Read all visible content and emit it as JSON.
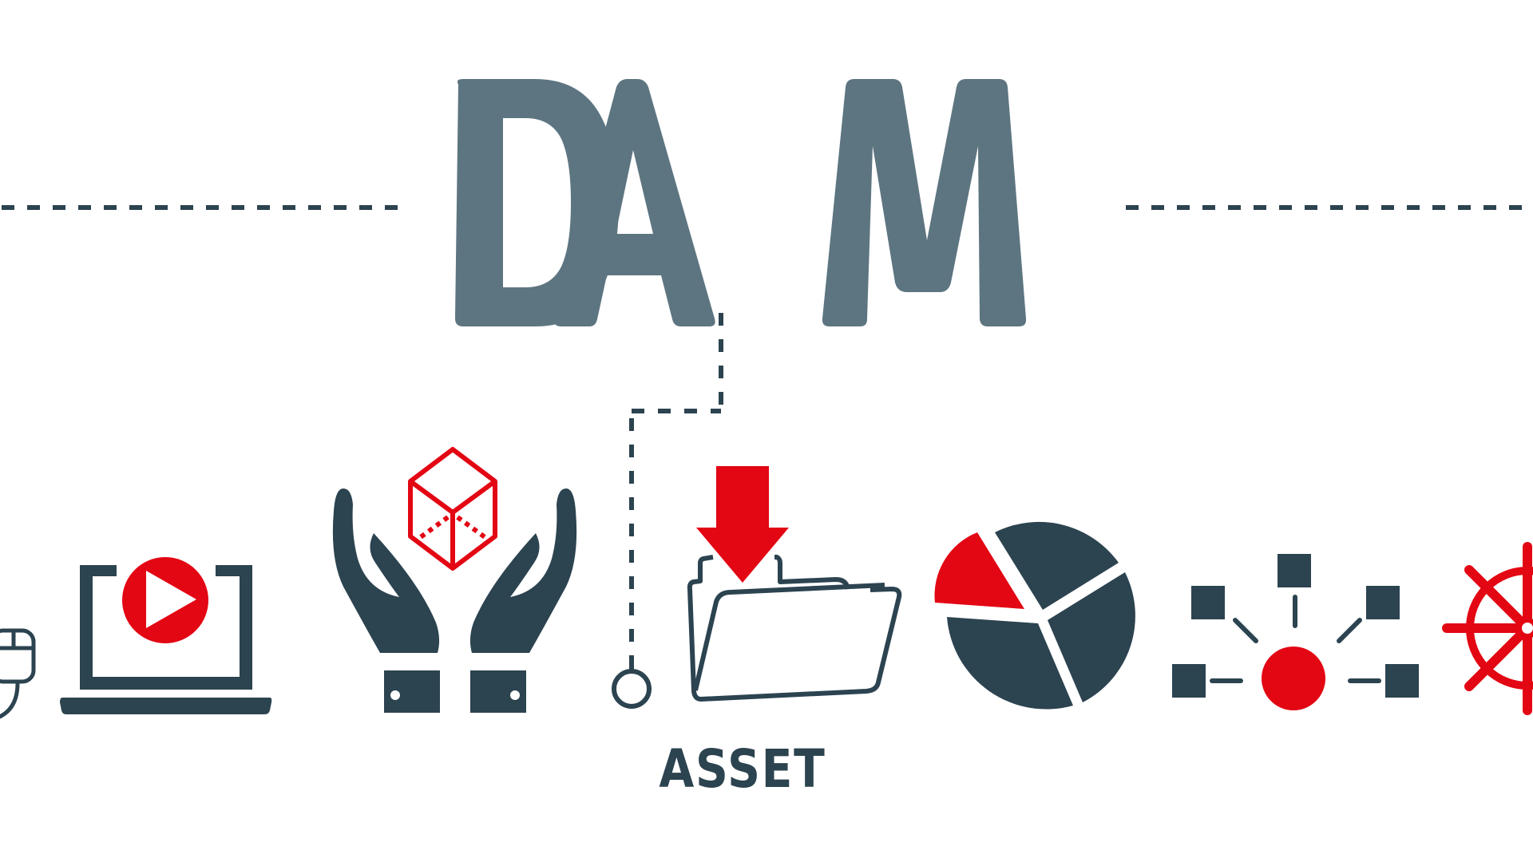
{
  "title": {
    "text": "DAM",
    "color": "#5d7581"
  },
  "label": {
    "text": "ASSET",
    "color": "#2c4350"
  },
  "colors": {
    "dark": "#2c4350",
    "accent_red": "#e30613",
    "background": "#ffffff"
  },
  "icons": [
    {
      "name": "computer-mouse-icon",
      "position": "far-left, partially cropped"
    },
    {
      "name": "laptop-video-play-icon"
    },
    {
      "name": "hands-holding-cube-icon"
    },
    {
      "name": "connector-node-icon"
    },
    {
      "name": "folder-download-icon"
    },
    {
      "name": "pie-chart-icon"
    },
    {
      "name": "network-hub-icon"
    },
    {
      "name": "ship-wheel-icon",
      "position": "far-right, partially cropped"
    }
  ],
  "decorations": {
    "dashed_line_left": "horizontal dashed rule left of title",
    "dashed_line_right": "horizontal dashed rule right of title",
    "dashed_connector": "dashed elbow from letter A down to node circle"
  }
}
